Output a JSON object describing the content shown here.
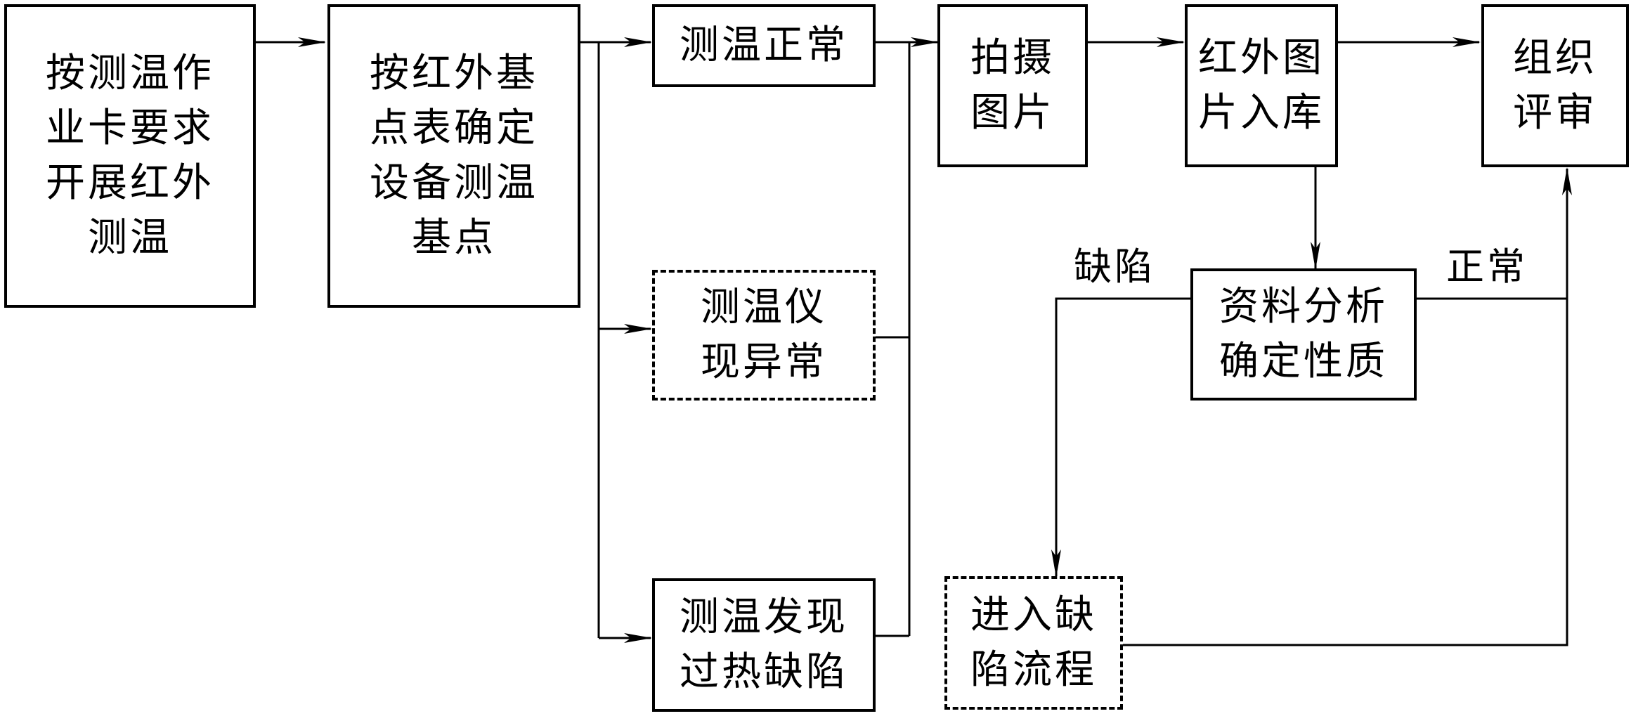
{
  "nodes": {
    "start": "按测温作\n业卡要求\n开展红外\n测温",
    "basepoint": "按红外基\n点表确定\n设备测温\n基点",
    "normal": "测温正常",
    "instrument_abnormal": "测温仪\n现异常",
    "overheat_defect": "测温发现\n过热缺陷",
    "photo": "拍摄\n图片",
    "archive": "红外图\n片入库",
    "analysis": "资料分析\n确定性质",
    "defect_process": "进入缺\n陷流程",
    "review": "组织\n评审"
  },
  "labels": {
    "defect": "缺陷",
    "normal": "正常"
  },
  "colors": {
    "line": "#000000",
    "background": "#ffffff"
  }
}
